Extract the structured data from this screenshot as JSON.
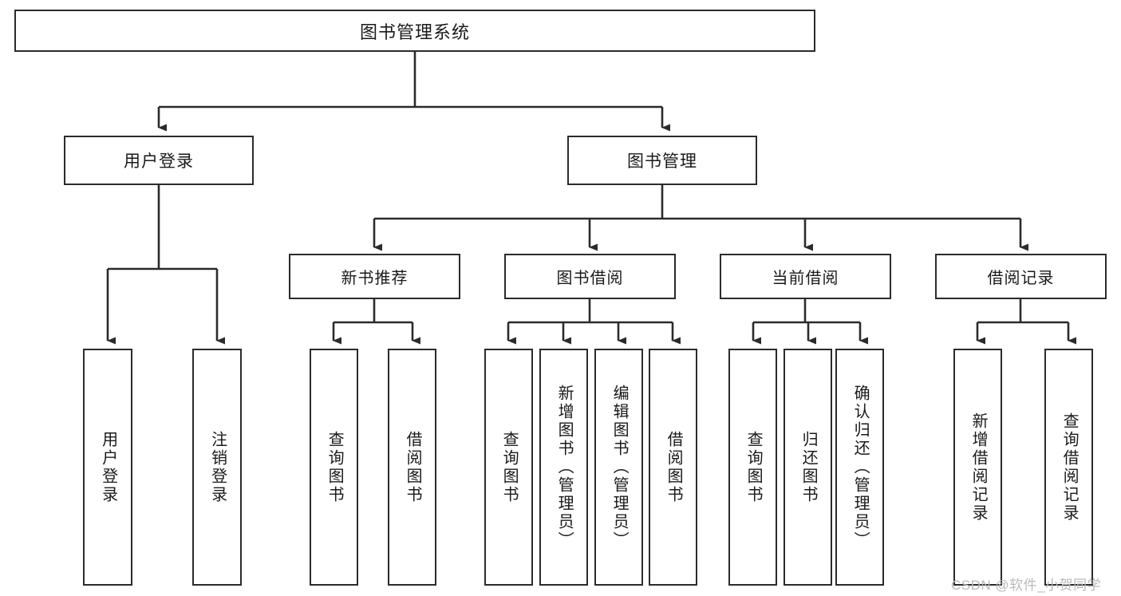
{
  "diagram": {
    "title": "图书管理系统",
    "watermark": "CSDN @软件_小贺同学",
    "colors": {
      "stroke": "#2b2b2b",
      "fill": "#ffffff",
      "text": "#1a1a1a",
      "watermark": "#b9b9b9"
    },
    "root": {
      "label": "图书管理系统"
    },
    "level1": [
      {
        "label": "用户登录"
      },
      {
        "label": "图书管理"
      }
    ],
    "level2": [
      {
        "label": "新书推荐"
      },
      {
        "label": "图书借阅"
      },
      {
        "label": "当前借阅"
      },
      {
        "label": "借阅记录"
      }
    ],
    "leaves": {
      "user_login": [
        {
          "label": "用户登录"
        },
        {
          "label": "注销登录"
        }
      ],
      "new_book_recommend": [
        {
          "label": "查询图书"
        },
        {
          "label": "借阅图书"
        }
      ],
      "book_borrow": [
        {
          "label": "查询图书"
        },
        {
          "label": "新增图书（管理员）"
        },
        {
          "label": "编辑图书（管理员）"
        },
        {
          "label": "借阅图书"
        }
      ],
      "current_borrow": [
        {
          "label": "查询图书"
        },
        {
          "label": "归还图书"
        },
        {
          "label": "确认归还（管理员）"
        }
      ],
      "borrow_record": [
        {
          "label": "新增借阅记录"
        },
        {
          "label": "查询借阅记录"
        }
      ]
    }
  }
}
